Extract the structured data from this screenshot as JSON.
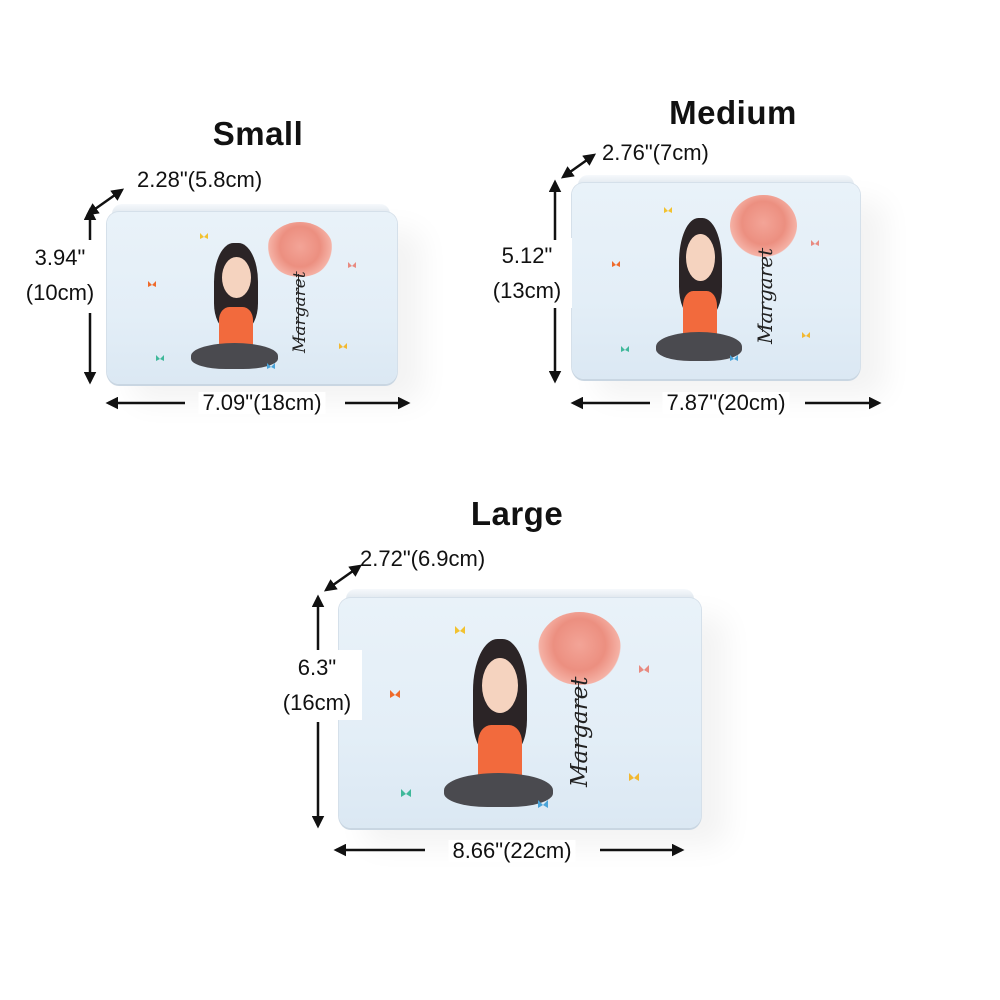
{
  "sizes": [
    {
      "title": "Small",
      "depth": "2.28\"(5.8cm)",
      "height_in": "3.94\"",
      "height_cm": "(10cm)",
      "width": "7.09\"(18cm)"
    },
    {
      "title": "Medium",
      "depth": "2.76\"(7cm)",
      "height_in": "5.12\"",
      "height_cm": "(13cm)",
      "width": "7.87\"(20cm)"
    },
    {
      "title": "Large",
      "depth": "2.72\"(6.9cm)",
      "height_in": "6.3\"",
      "height_cm": "(16cm)",
      "width": "8.66\"(22cm)"
    }
  ],
  "artwork": {
    "name": "Margaret"
  },
  "colors": {
    "tin": "#e3eef7",
    "shirt": "#f26a3d",
    "rose": "#ec8f80"
  }
}
